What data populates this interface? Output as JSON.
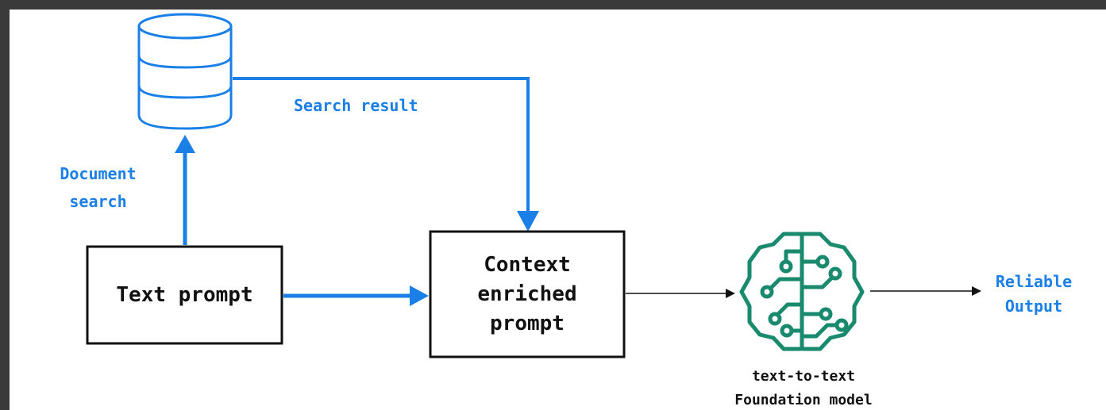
{
  "nodes": {
    "database": {
      "icon": "database-icon"
    },
    "text_prompt": {
      "label": "Text prompt"
    },
    "context_prompt": {
      "lines": [
        "Context",
        "enriched",
        "prompt"
      ]
    },
    "model": {
      "icon": "brain-circuit-icon",
      "caption_lines": [
        "text-to-text",
        "Foundation model"
      ]
    },
    "output": {
      "lines": [
        "Reliable",
        "Output"
      ]
    }
  },
  "edges": {
    "document_search": {
      "lines": [
        "Document",
        "search"
      ]
    },
    "search_result": {
      "label": "Search result"
    }
  },
  "colors": {
    "accent_blue": "#1a7fe6",
    "model_green": "#1a8a6e",
    "text_black": "#111111"
  }
}
